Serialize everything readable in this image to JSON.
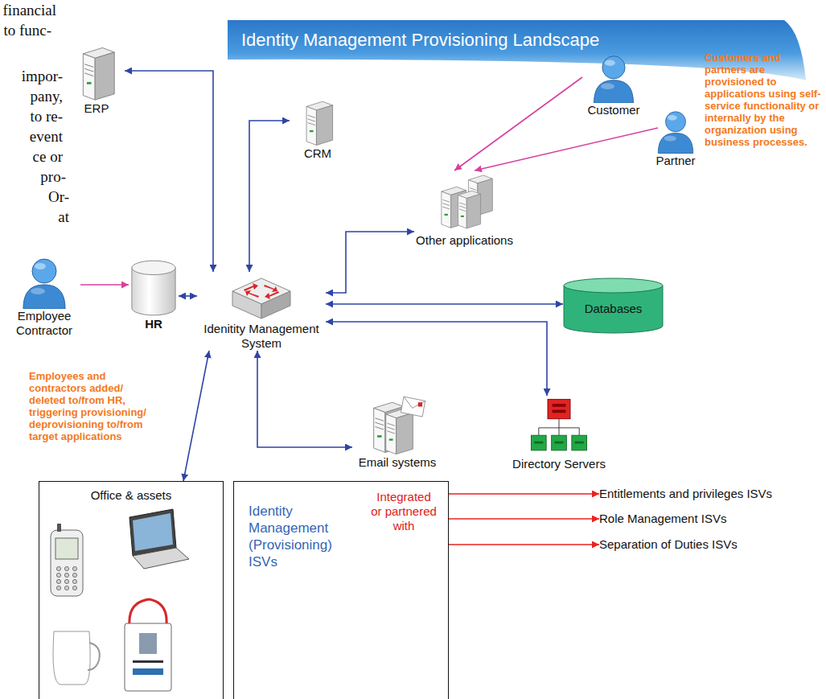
{
  "diagram": {
    "title": "Identity Management Provisioning Landscape",
    "nodes": [
      {
        "text": [
          "ERP"
        ]
      },
      {
        "text": [
          "CRM"
        ]
      },
      {
        "text": [
          "Customer"
        ]
      },
      {
        "text": [
          "Partner"
        ]
      },
      {
        "text": [
          "Other applications"
        ]
      },
      {
        "text": [
          "Employee Contractor"
        ]
      },
      {
        "text": [
          "HR"
        ]
      },
      {
        "text": [
          "Idenitity Management System"
        ]
      },
      {
        "text": [
          "Databases"
        ]
      },
      {
        "text": [
          "Email systems"
        ]
      },
      {
        "text": [
          "Directory Servers"
        ]
      },
      {
        "text": [
          "Office & assets"
        ]
      },
      {
        "text": [
          "Identity Management (Provisioning) ISVs",
          "Integrated or partnered with"
        ]
      },
      {
        "text": [
          "Entitlements and privileges ISVs"
        ]
      },
      {
        "text": [
          "Role Management ISVs"
        ]
      },
      {
        "text": [
          "Separation of Duties ISVs"
        ]
      }
    ],
    "edges": [
      {
        "from": 5,
        "to": 6,
        "arrow": "to"
      },
      {
        "from": 6,
        "to": 7,
        "arrow": "both"
      },
      {
        "from": 7,
        "to": 0,
        "arrow": "both"
      },
      {
        "from": 7,
        "to": 1,
        "arrow": "both"
      },
      {
        "from": 7,
        "to": 4,
        "arrow": "both"
      },
      {
        "from": 7,
        "to": 8,
        "arrow": "both"
      },
      {
        "from": 7,
        "to": 10,
        "arrow": "both"
      },
      {
        "from": 7,
        "to": 9,
        "arrow": "both"
      },
      {
        "from": 7,
        "to": 11,
        "arrow": "both"
      },
      {
        "from": 2,
        "to": 4,
        "arrow": "to"
      },
      {
        "from": 3,
        "to": 4,
        "arrow": "to"
      },
      {
        "from": 12,
        "to": 13,
        "arrow": "to"
      },
      {
        "from": 12,
        "to": 14,
        "arrow": "to"
      },
      {
        "from": 12,
        "to": 15,
        "arrow": "to"
      }
    ],
    "labels": [
      "financial",
      "to func-",
      "impor-",
      "pany,",
      "to re-",
      "event",
      "ce or",
      "pro-",
      "Or-",
      "at",
      "Customers and partners are provisioned to applications using self-service functionality or internally by the organization using business processes.",
      "Employees and contractors added/ deleted to/from HR, triggering provisioning/ deprovisioning to/from target applications"
    ]
  }
}
